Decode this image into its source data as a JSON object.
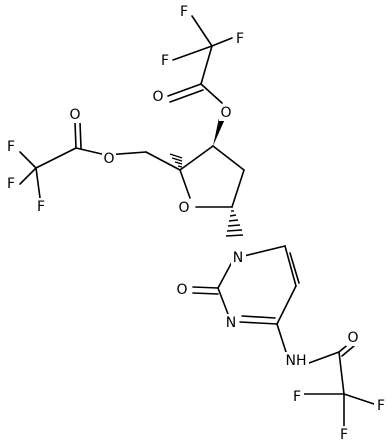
{
  "molecule": {
    "atoms": [
      {
        "id": "F1",
        "label": "F"
      },
      {
        "id": "F2",
        "label": "F"
      },
      {
        "id": "F3",
        "label": "F"
      },
      {
        "id": "O4",
        "label": "O"
      },
      {
        "id": "O5",
        "label": "O"
      },
      {
        "id": "O6",
        "label": "O"
      },
      {
        "id": "O7",
        "label": "O"
      },
      {
        "id": "F8",
        "label": "F"
      },
      {
        "id": "F9",
        "label": "F"
      },
      {
        "id": "F10",
        "label": "F"
      },
      {
        "id": "O11",
        "label": "O"
      },
      {
        "id": "N12",
        "label": "N"
      },
      {
        "id": "O13",
        "label": "O"
      },
      {
        "id": "N14",
        "label": "N"
      },
      {
        "id": "N15",
        "label": "NH"
      },
      {
        "id": "O16",
        "label": "O"
      },
      {
        "id": "F17",
        "label": "F"
      },
      {
        "id": "F18",
        "label": "F"
      },
      {
        "id": "F19",
        "label": "F"
      }
    ]
  }
}
